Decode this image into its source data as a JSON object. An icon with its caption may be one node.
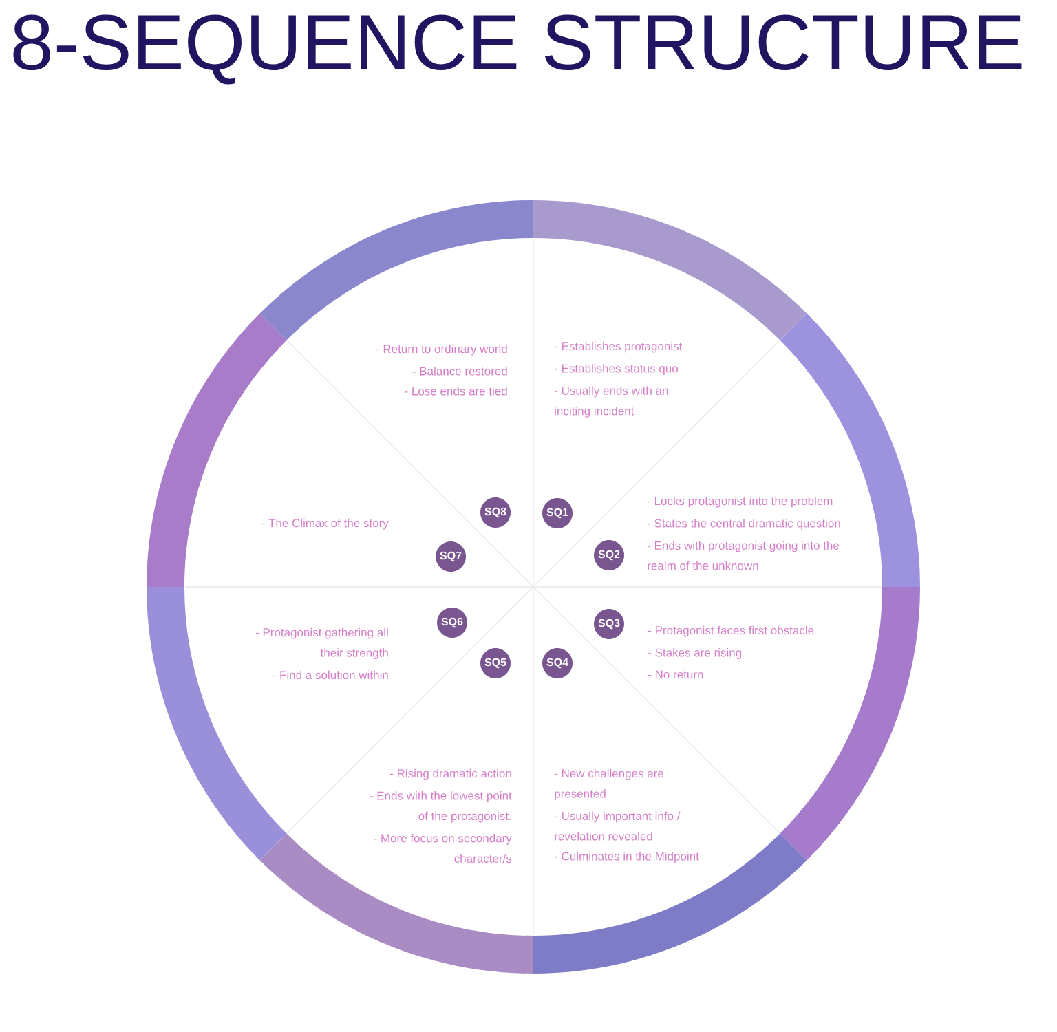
{
  "diagram": {
    "title": "8-SEQUENCE STRUCTURE",
    "nodes": [
      {
        "text": [
          "- Establishes protagonist",
          "- Establishes status quo",
          "- Usually ends with an inciting incident"
        ]
      },
      {
        "text": [
          "- Locks protagonist into the problem",
          "- States the central dramatic question",
          "- Ends with protagonist going into the realm of the unknown"
        ]
      },
      {
        "text": [
          "- Protagonist faces first obstacle",
          "- Stakes are rising",
          "- No return"
        ]
      },
      {
        "text": [
          "- New challenges are presented",
          "- Usually important info / revelation revealed",
          "- Culminates in the Midpoint"
        ]
      },
      {
        "text": [
          "- Rising dramatic action",
          "- Ends with the lowest point of the protagonist.",
          "- More focus on secondary character/s"
        ]
      },
      {
        "text": [
          "- Protagonist gathering all their strength",
          "- Find a solution within"
        ]
      },
      {
        "text": [
          "- The Climax of the story"
        ]
      },
      {
        "text": [
          "- Return to ordinary world",
          "- Balance restored",
          "- Lose ends are tied"
        ]
      },
      {
        "text": [
          "SQ1"
        ]
      },
      {
        "text": [
          "SQ2"
        ]
      },
      {
        "text": [
          "SQ3"
        ]
      },
      {
        "text": [
          "SQ4"
        ]
      },
      {
        "text": [
          "SQ5"
        ]
      },
      {
        "text": [
          "SQ6"
        ]
      },
      {
        "text": [
          "SQ7"
        ]
      },
      {
        "text": [
          "SQ8"
        ]
      }
    ]
  }
}
